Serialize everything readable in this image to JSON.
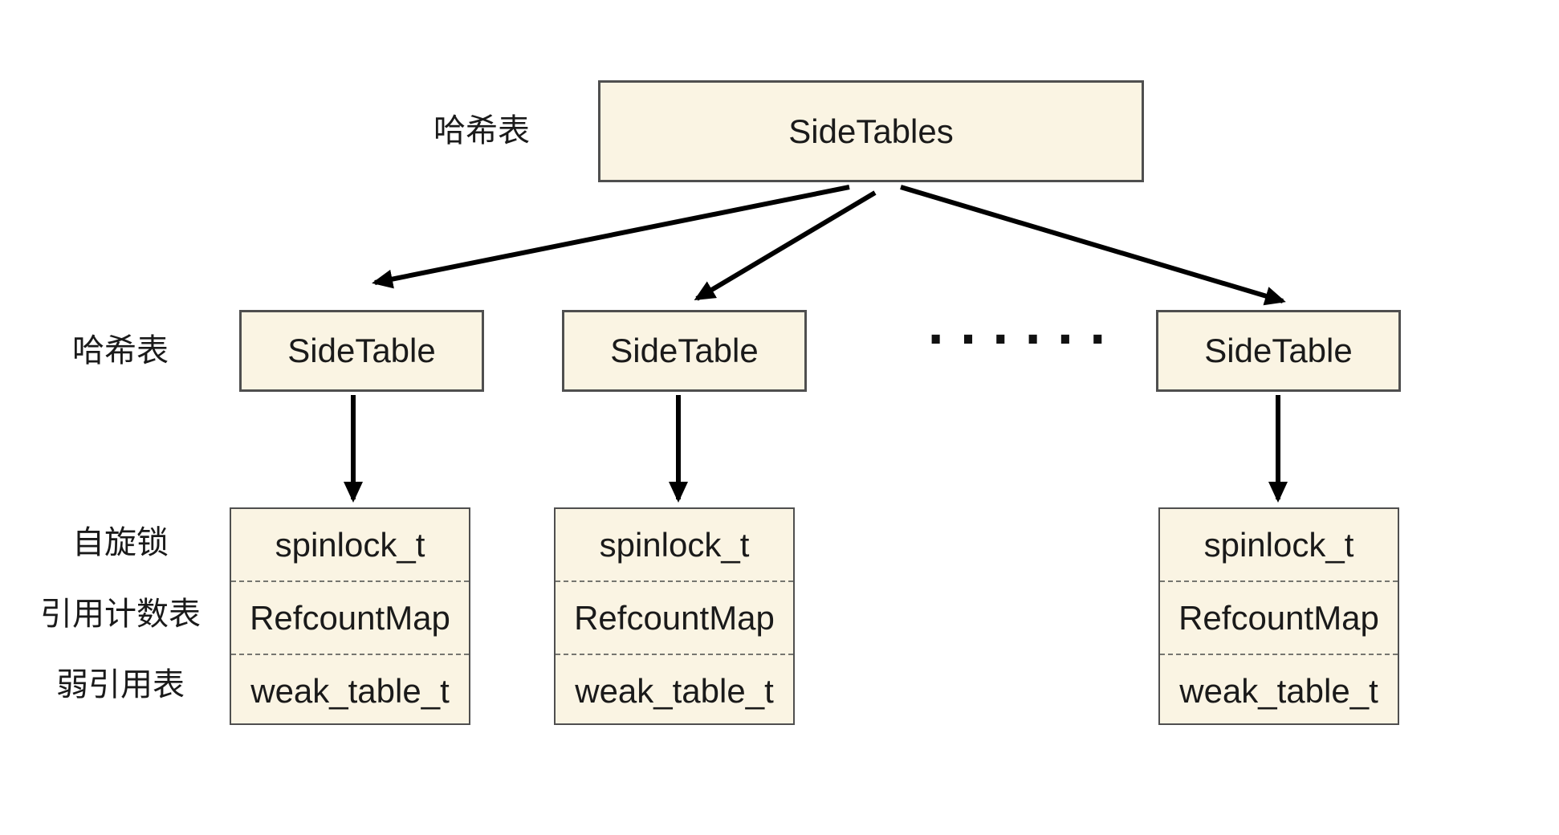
{
  "background": "#ffffff",
  "colors": {
    "box_fill": "#faf4e3",
    "box_border": "#4f4f4f",
    "divider": "#767670",
    "arrow": "#000000",
    "text": "#1a1a1a"
  },
  "top": {
    "row_label": "哈希表",
    "box_label": "SideTables"
  },
  "hash_row": {
    "row_label": "哈希表",
    "boxes": [
      {
        "label": "SideTable"
      },
      {
        "label": "SideTable"
      },
      {
        "label": "SideTable"
      }
    ],
    "ellipsis": "......"
  },
  "struct_rows": [
    {
      "row_label": "自旋锁",
      "field": "spinlock_t"
    },
    {
      "row_label": "引用计数表",
      "field": "RefcountMap"
    },
    {
      "row_label": "弱引用表",
      "field": "weak_table_t"
    }
  ]
}
